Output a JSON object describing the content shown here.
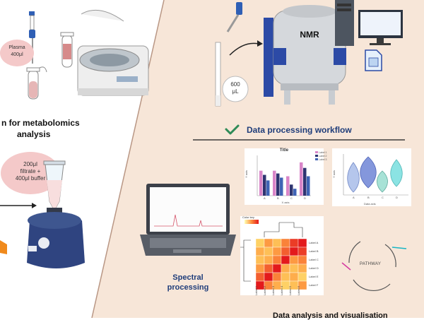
{
  "colors": {
    "background_right": "#f7e6d8",
    "divider": "#b99785",
    "accent_green": "#2e8b57",
    "heading_blue": "#1f3d7a",
    "nmr_blue": "#2c4aa6",
    "vortex_blue": "#2f4480"
  },
  "left_panel": {
    "plasma_label_line1": "Plasma",
    "plasma_label_line2": "400μl",
    "section_title_line1": "n for metabolomics",
    "section_title_line2": "analysis",
    "filtrate_label_line1": "200μl",
    "filtrate_label_line2": "filtrate +",
    "filtrate_label_line3": "400μl buffer"
  },
  "right_panel": {
    "volume_label_line1": "600",
    "volume_label_line2": "μL",
    "nmr_label": "NMR",
    "workflow_title": "Data processing workflow",
    "spectral_label_line1": "Spectral",
    "spectral_label_line2": "processing",
    "data_analysis_label": "Data analysis and visualisation"
  },
  "bar_chart": {
    "title": "Title",
    "xlabel": "X axis",
    "ylabel": "Y axis",
    "categories": [
      "A",
      "B",
      "C",
      "D"
    ],
    "legend": [
      "Label 1",
      "Label 2",
      "Label 3"
    ]
  },
  "violin_chart": {
    "xlabel": "Data axis",
    "ylabel": "Y axis",
    "categories": [
      "A",
      "B",
      "C",
      "D"
    ]
  },
  "heatmap": {
    "color_key_label": "Color key",
    "row_labels": [
      "Label A",
      "Label B",
      "Label C",
      "Label D",
      "Label E",
      "Label F"
    ],
    "col_labels": [
      "Label 1",
      "Label 2",
      "Label 3",
      "Label 4",
      "Label 5",
      "Label 6"
    ]
  },
  "pathway": {
    "label": "PATHWAY"
  },
  "chart_data": [
    {
      "type": "bar",
      "title": "Title",
      "xlabel": "X axis",
      "ylabel": "Y axis",
      "categories": [
        "A",
        "B",
        "C",
        "D"
      ],
      "series": [
        {
          "name": "Label 1",
          "values": [
            18,
            18,
            14,
            24
          ]
        },
        {
          "name": "Label 2",
          "values": [
            15,
            16,
            8,
            20
          ]
        },
        {
          "name": "Label 3",
          "values": [
            11,
            13,
            5,
            14
          ]
        }
      ],
      "ylim": [
        0,
        28
      ],
      "colors": [
        "#d985c8",
        "#2e3470",
        "#3f63b5"
      ]
    },
    {
      "type": "heatmap",
      "rows": [
        "Label A",
        "Label B",
        "Label C",
        "Label D",
        "Label E",
        "Label F"
      ],
      "cols": [
        "Label 1",
        "Label 2",
        "Label 3",
        "Label 4",
        "Label 5",
        "Label 6"
      ],
      "values": [
        [
          0.3,
          0.6,
          0.4,
          0.7,
          0.9,
          1.0
        ],
        [
          0.5,
          0.4,
          0.6,
          0.8,
          1.0,
          0.9
        ],
        [
          0.4,
          0.5,
          0.7,
          1.0,
          0.6,
          0.7
        ],
        [
          0.6,
          0.8,
          1.0,
          0.5,
          0.4,
          0.5
        ],
        [
          0.8,
          1.0,
          0.7,
          0.4,
          0.5,
          0.3
        ],
        [
          1.0,
          0.7,
          0.5,
          0.3,
          0.4,
          0.6
        ]
      ]
    }
  ]
}
